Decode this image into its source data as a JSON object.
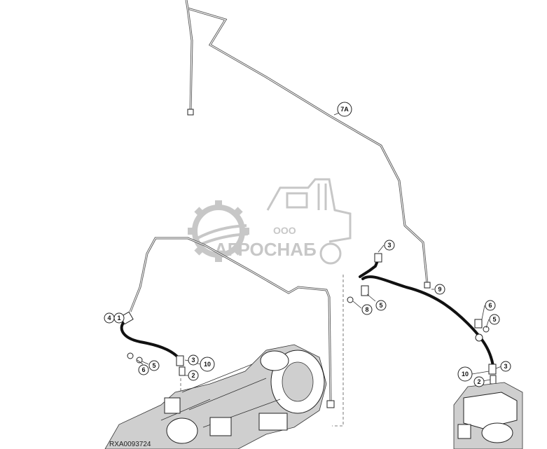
{
  "diagram": {
    "reference_code": "RXA0093724",
    "callouts": [
      "7A",
      "9",
      "4",
      "1",
      "6",
      "5",
      "3",
      "10",
      "2",
      "8",
      "3",
      "6",
      "5",
      "10",
      "2",
      "3"
    ]
  },
  "watermark": {
    "line1": "ООО",
    "line2": "АГРОСНАБ"
  },
  "colors": {
    "line": "#222222",
    "hose": "#111111",
    "watermark": "#9a9a9a"
  }
}
